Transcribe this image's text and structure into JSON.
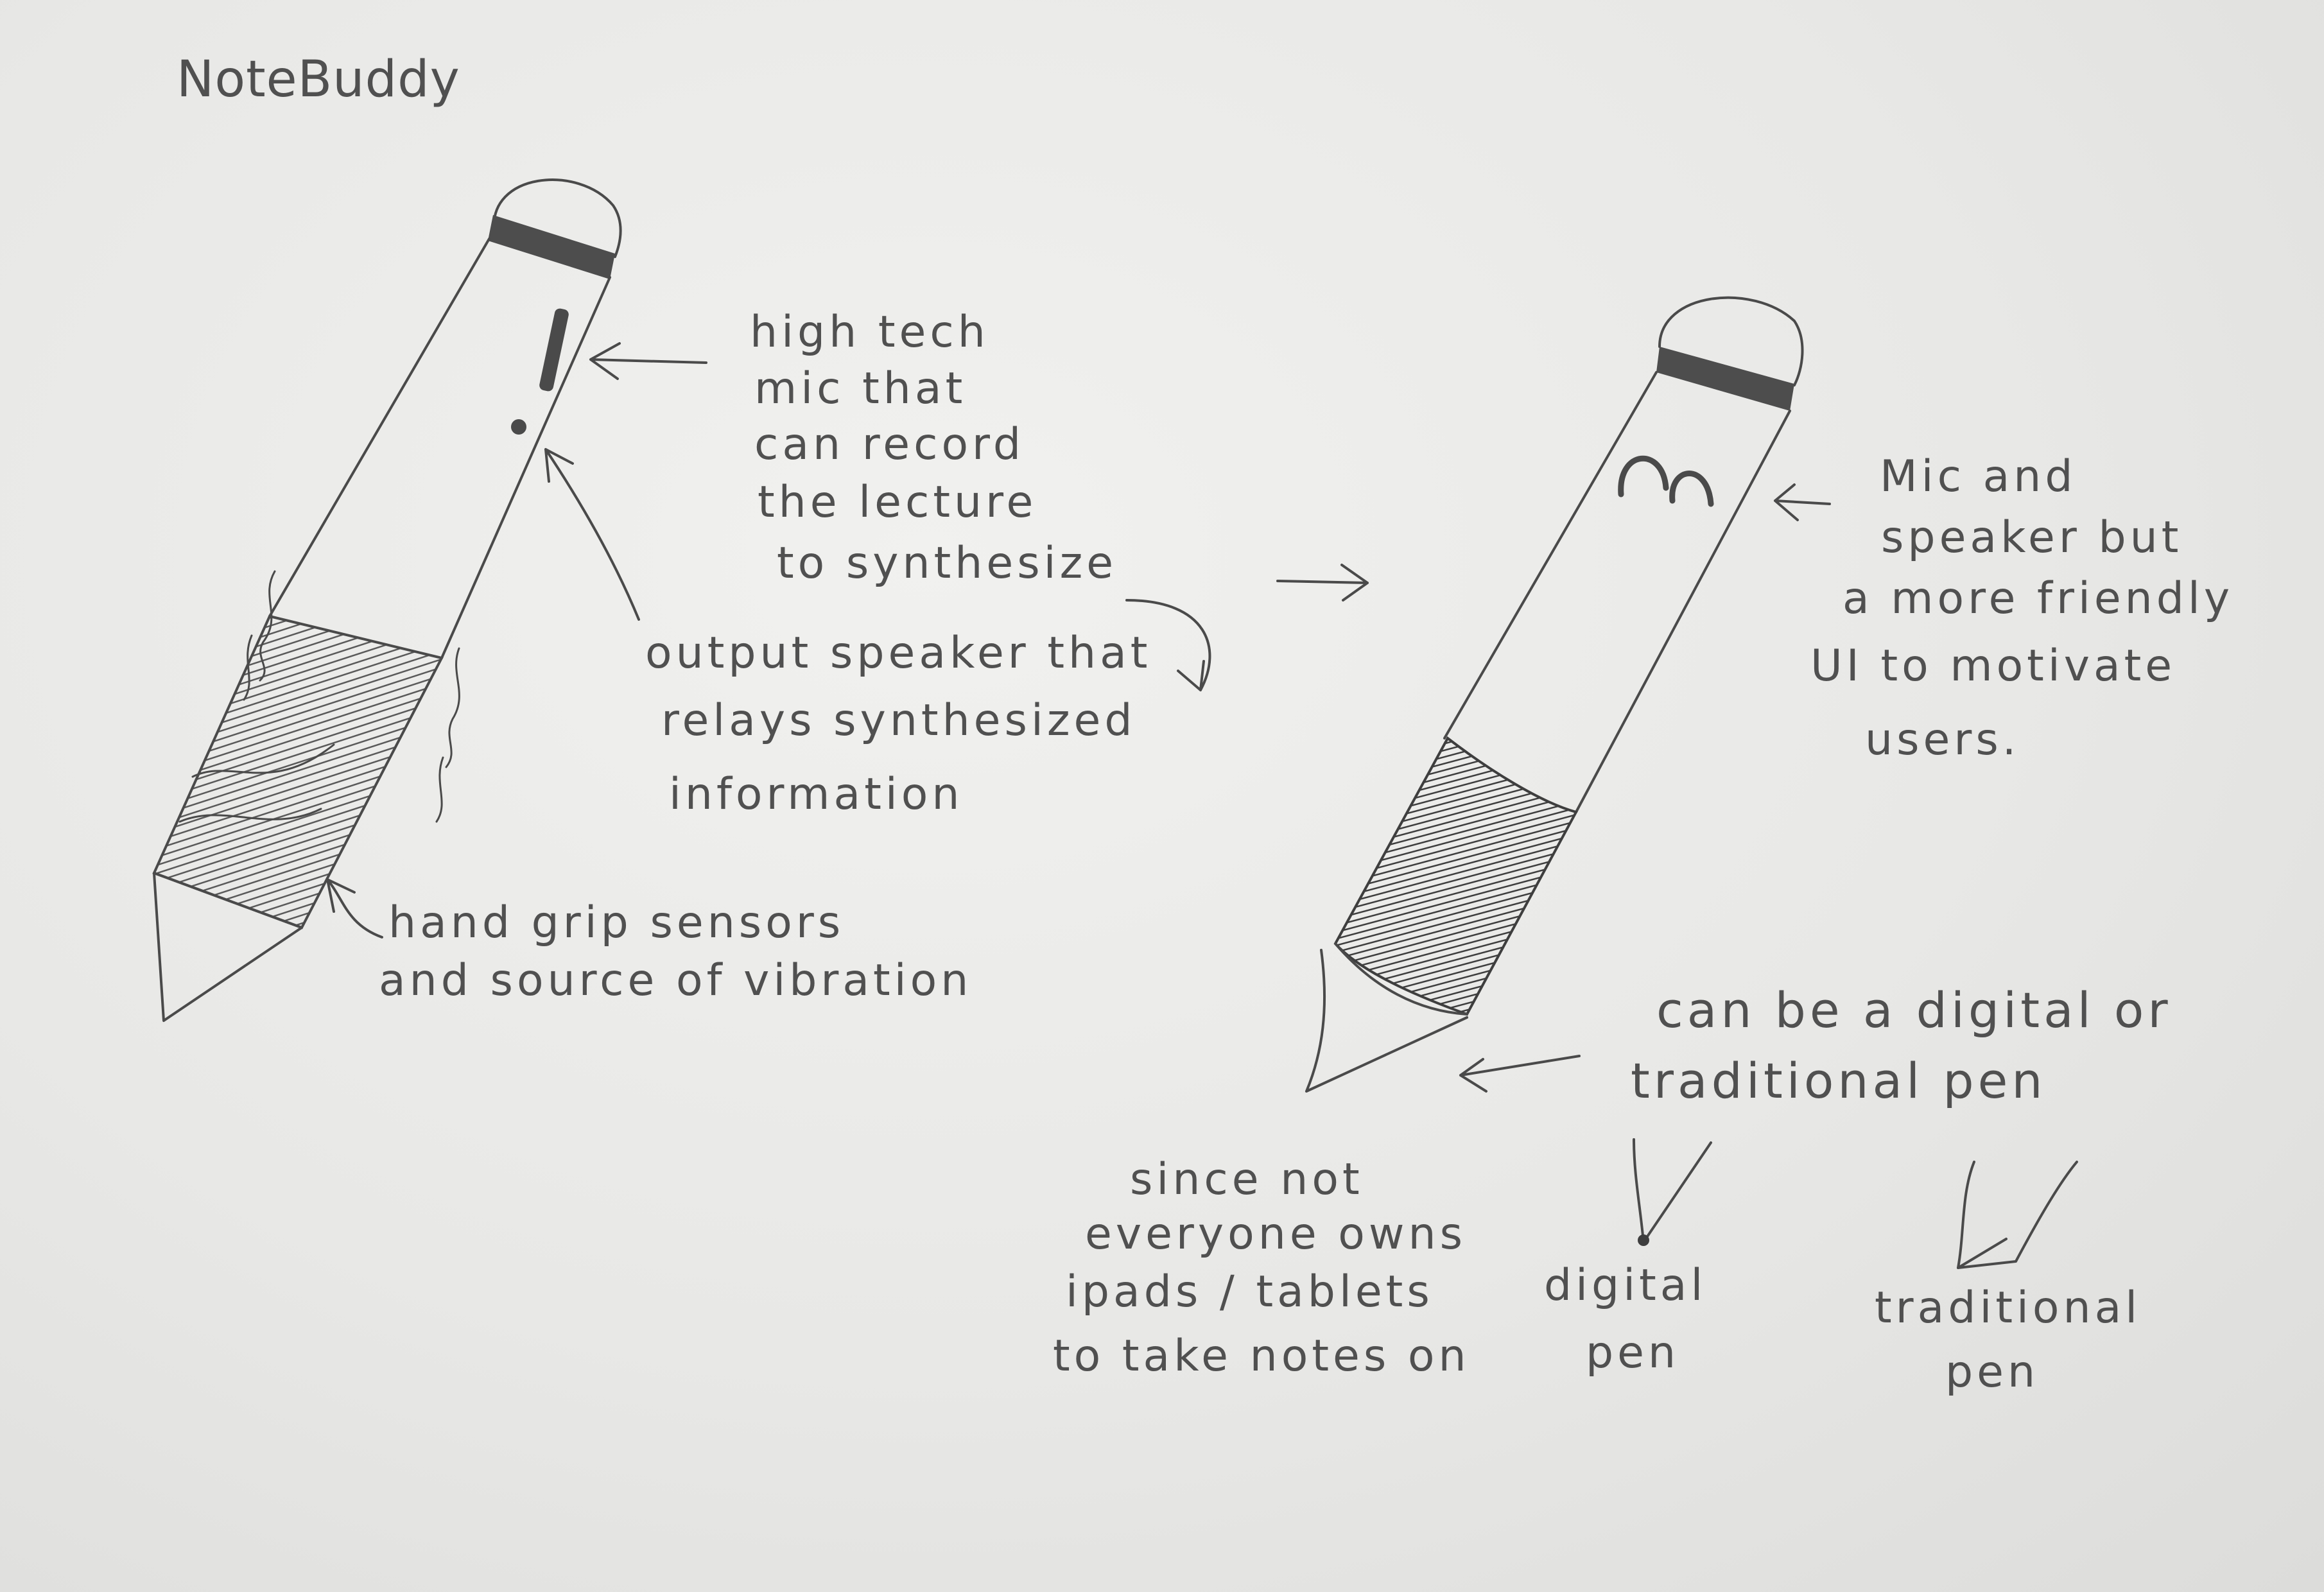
{
  "title": "NoteBuddy",
  "annotations": {
    "mic": [
      "high tech",
      "mic that",
      "can record",
      "the lecture",
      "to synthesize"
    ],
    "speaker": [
      "output speaker that",
      "relays synthesized",
      "information"
    ],
    "grip": [
      "hand grip sensors",
      "and source of vibration"
    ],
    "friendly": [
      "Mic and",
      "speaker but",
      "a more friendly",
      "UI to motivate",
      "users."
    ],
    "pen_type": [
      "can be a digital or",
      "traditional pen"
    ],
    "tablets": [
      "since not",
      "everyone owns",
      "ipads / tablets",
      "to take notes on"
    ],
    "digital": [
      "digital",
      "pen"
    ],
    "traditional": [
      "traditional",
      "pen"
    ]
  },
  "colors": {
    "paper": "#ececea",
    "graphite": "#4a4a4a",
    "graphite_light": "#8a8a8a"
  }
}
